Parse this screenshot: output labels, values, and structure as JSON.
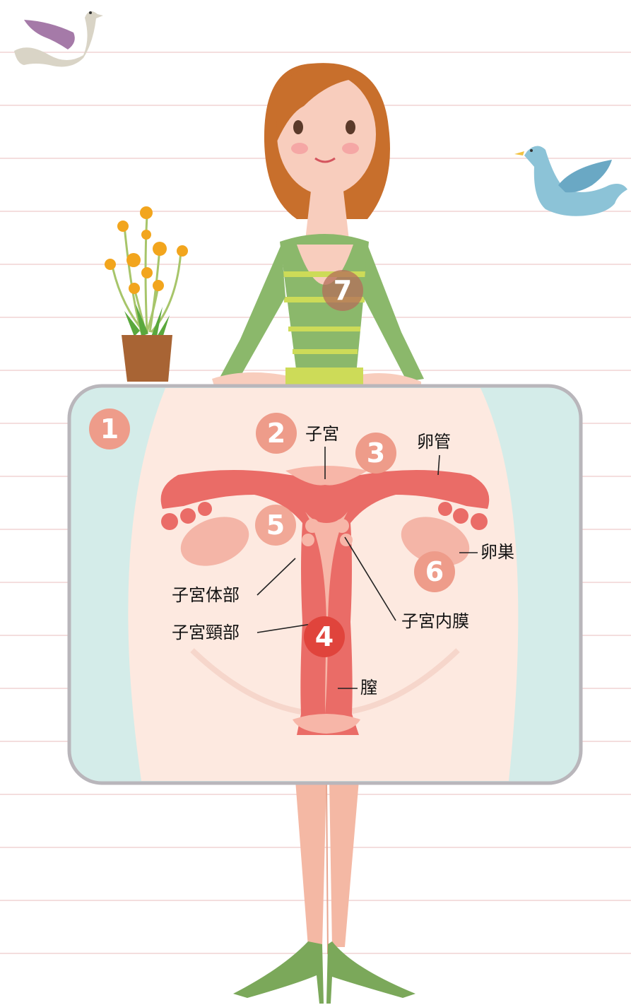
{
  "labels": {
    "uterus": "子宮",
    "fallopian_tube": "卵管",
    "ovary": "卵巣",
    "uterine_body": "子宮体部",
    "endometrium": "子宮内膜",
    "cervix": "子宮頸部",
    "vagina": "膣"
  },
  "markers": [
    "1",
    "2",
    "3",
    "4",
    "5",
    "6",
    "7"
  ],
  "colors": {
    "marker": "#ee9c8a",
    "marker_cervix": "#e0443c",
    "uterus_red": "#ea6c67",
    "frame_bg": "#fde9e0",
    "frame_border": "#b9b6bb",
    "frame_side": "#d4ece9"
  }
}
